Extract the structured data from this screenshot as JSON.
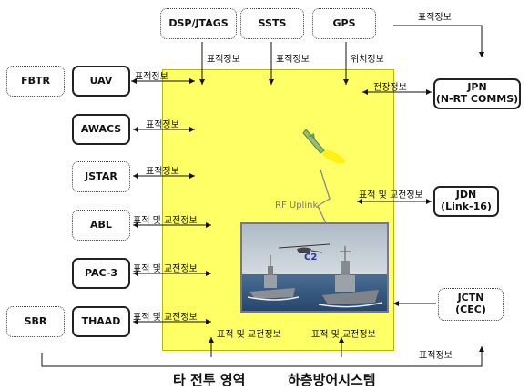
{
  "top_boxes": [
    "DSP/JTAGS",
    "SSTS",
    "GPS"
  ],
  "left_boxes": [
    "FBTR",
    "UAV",
    "AWACS",
    "JSTAR",
    "ABL",
    "PAC-3",
    "SBR",
    "THAAD"
  ],
  "right_boxes": {
    "jpn": [
      "JPN",
      "(N-RT COMMS)"
    ],
    "jdn": [
      "JDN",
      "(Link-16)"
    ],
    "jctn": [
      "JCTN",
      "(CEC)"
    ]
  },
  "link_labels": {
    "target_info": "표적정보",
    "position_info": "위치정보",
    "battlefield_info": "전장정보",
    "target_engagement_info": "표적 및 교전정보"
  },
  "center": {
    "rf_uplink": "RF Uplink",
    "c2": "C2"
  },
  "captions": {
    "left": "타 전투 영역",
    "right": "하층방어시스템"
  },
  "colors": {
    "zone_fill": "#ffff66",
    "sea": "#3b5f8a",
    "sky": "#c9d3da"
  }
}
